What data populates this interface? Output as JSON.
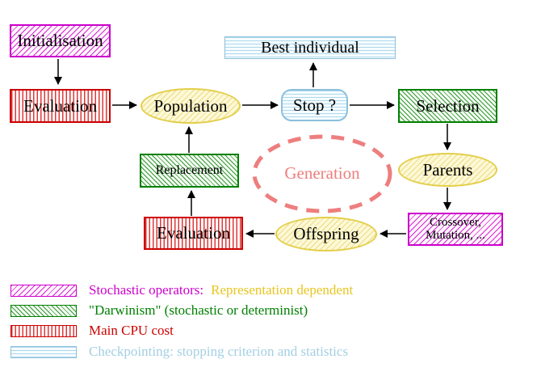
{
  "diagram": {
    "title_hint": "Evolutionary algorithm generation loop",
    "nodes": {
      "initialisation": {
        "label": "Initialisation"
      },
      "evaluation_top": {
        "label": "Evaluation"
      },
      "population": {
        "label": "Population"
      },
      "stop": {
        "label": "Stop ?"
      },
      "best_individual": {
        "label": "Best individual"
      },
      "selection": {
        "label": "Selection"
      },
      "parents": {
        "label": "Parents"
      },
      "crossover_mutation": {
        "label_line1": "Crossover,",
        "label_line2": "Mutation, ..."
      },
      "offspring": {
        "label": "Offspring"
      },
      "evaluation_bottom": {
        "label": "Evaluation"
      },
      "replacement": {
        "label": "Replacement"
      },
      "generation": {
        "label": "Generation"
      }
    },
    "colors": {
      "magenta": "#cc00cc",
      "red": "#cc0000",
      "green": "#008000",
      "yellow_border": "#e3ce4a",
      "yellow_fill": "#fdf9d6",
      "cyan_border": "#8cc0dc",
      "salmon": "#ee7e7e",
      "gold_text": "#e8c51d",
      "lightblue_text": "#a3cfe3",
      "arrow": "#000000"
    }
  },
  "legend": {
    "rows": [
      {
        "swatch": "magenta-diagonal-hatch",
        "parts": [
          {
            "text": "Stochastic operators:",
            "color": "#cc00cc"
          },
          {
            "text": "Representation dependent",
            "color": "#e8c51d"
          }
        ]
      },
      {
        "swatch": "green-diagonal-hatch",
        "parts": [
          {
            "text": "\"Darwinism\" (stochastic or determinist)",
            "color": "#008000"
          }
        ]
      },
      {
        "swatch": "red-vertical-stripes",
        "parts": [
          {
            "text": "Main CPU cost",
            "color": "#cc0000"
          }
        ]
      },
      {
        "swatch": "cyan-horizontal-stripes",
        "parts": [
          {
            "text": "Checkpointing: stopping criterion and statistics",
            "color": "#a3cfe3"
          }
        ]
      }
    ]
  }
}
